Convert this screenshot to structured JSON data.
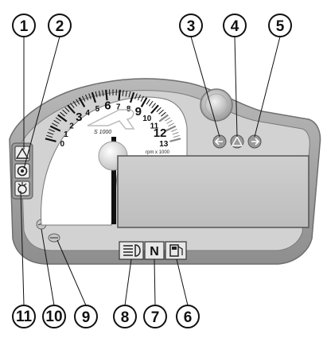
{
  "callouts": [
    {
      "id": "1",
      "label": "1"
    },
    {
      "id": "2",
      "label": "2"
    },
    {
      "id": "3",
      "label": "3"
    },
    {
      "id": "4",
      "label": "4"
    },
    {
      "id": "5",
      "label": "5"
    },
    {
      "id": "6",
      "label": "6"
    },
    {
      "id": "7",
      "label": "7"
    },
    {
      "id": "8",
      "label": "8"
    },
    {
      "id": "9",
      "label": "9"
    },
    {
      "id": "10",
      "label": "10"
    },
    {
      "id": "11",
      "label": "11"
    }
  ],
  "tachometer": {
    "ticks": [
      "0",
      "1",
      "2",
      "3",
      "4",
      "5",
      "6",
      "7",
      "8",
      "9",
      "10",
      "11",
      "12",
      "13"
    ],
    "unit": "rpm x 1000",
    "brand_text": "S 1000"
  },
  "indicators": {
    "neutral": "N"
  }
}
